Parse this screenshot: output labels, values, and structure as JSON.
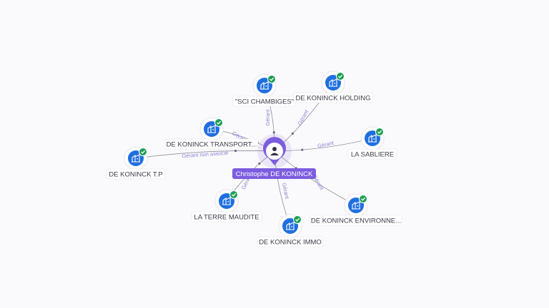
{
  "colors": {
    "person": "#7c5ce0",
    "company": "#1f6fe0",
    "check": "#1e9e56",
    "edge": "#8c8c9c",
    "edge_label": "#8a84d6"
  },
  "center": {
    "label": "Christophe DE KONINCK",
    "icon": "person-icon"
  },
  "nodes": [
    {
      "id": "sci-chambiges",
      "label": "\"SCI CHAMBIGES\"",
      "icon": "building-icon",
      "verified": true,
      "edge_label": "Gérant"
    },
    {
      "id": "de-koninck-holding",
      "label": "DE KONINCK HOLDING",
      "icon": "building-icon",
      "verified": true,
      "edge_label": "Gérant"
    },
    {
      "id": "la-sabliere",
      "label": "LA SABLIERE",
      "icon": "building-icon",
      "verified": true,
      "edge_label": "Gérant"
    },
    {
      "id": "de-koninck-environnement",
      "label": "DE KONINCK ENVIRONNE...",
      "icon": "building-icon",
      "verified": true,
      "edge_label": "Gérant"
    },
    {
      "id": "de-koninck-immo",
      "label": "DE KONINCK IMMO",
      "icon": "building-icon",
      "verified": true,
      "edge_label": "Gérant"
    },
    {
      "id": "la-terre-maudite",
      "label": "LA TERRE MAUDITE",
      "icon": "building-icon",
      "verified": true,
      "edge_label": "Gérant"
    },
    {
      "id": "de-koninck-tp",
      "label": "DE KONINCK T.P",
      "icon": "building-icon",
      "verified": true,
      "edge_label": "Gérant non associé"
    },
    {
      "id": "de-koninck-transport",
      "label": "DE KONINCK TRANSPORT...",
      "icon": "building-icon",
      "verified": true,
      "edge_label": "Gérant"
    }
  ]
}
